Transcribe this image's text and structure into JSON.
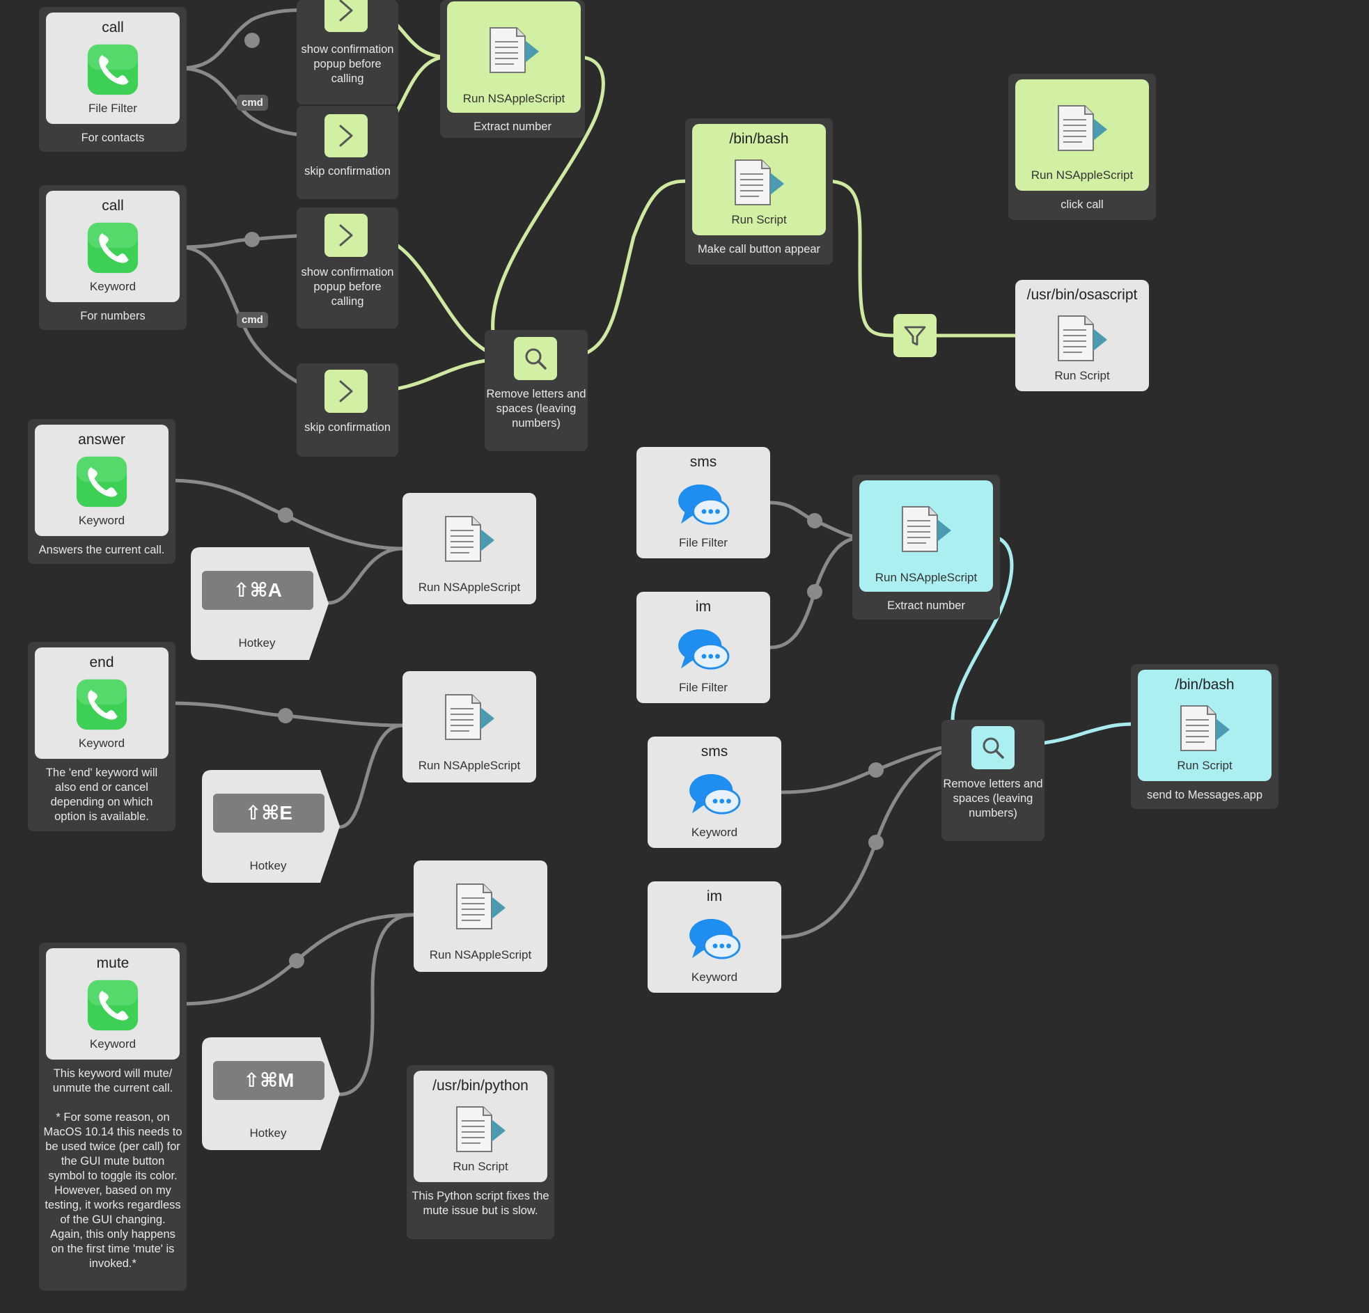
{
  "colors": {
    "background": "#2b2b2b",
    "group": "#3d3d3d",
    "card": "#e6e6e6",
    "green": "#d1f0a3",
    "cyan": "#abeff0",
    "wire": "#8a8a8a"
  },
  "call_contacts": {
    "title": "call",
    "type": "File Filter",
    "note": "For contacts"
  },
  "call_numbers": {
    "title": "call",
    "type": "Keyword",
    "note": "For numbers"
  },
  "confirm_1": {
    "label": "show confirmation popup before calling"
  },
  "skip_1": {
    "label": "skip confirmation"
  },
  "confirm_2": {
    "label": "show confirmation popup before calling"
  },
  "skip_2": {
    "label": "skip confirmation"
  },
  "cmd_label": "cmd",
  "extract_top": {
    "type": "Run NSAppleScript",
    "note": "Extract number"
  },
  "remove_top": {
    "note": "Remove letters and spaces (leaving numbers)"
  },
  "bash_top": {
    "title": "/bin/bash",
    "type": "Run Script",
    "note": "Make call button appear"
  },
  "click_call": {
    "type": "Run NSAppleScript",
    "note": "click call"
  },
  "osascript": {
    "title": "/usr/bin/osascript",
    "type": "Run Script"
  },
  "answer": {
    "title": "answer",
    "type": "Keyword",
    "note": "Answers the current call."
  },
  "hotkey_a": {
    "keys": "⇧⌘A",
    "type": "Hotkey"
  },
  "answer_script": {
    "type": "Run NSAppleScript"
  },
  "end": {
    "title": "end",
    "type": "Keyword",
    "note": "The 'end' keyword will also end or cancel depending on which option is available."
  },
  "hotkey_e": {
    "keys": "⇧⌘E",
    "type": "Hotkey"
  },
  "end_script": {
    "type": "Run NSAppleScript"
  },
  "mute": {
    "title": "mute",
    "type": "Keyword",
    "note": "This keyword will mute/ unmute the current call.\n\n* For some reason, on MacOS 10.14 this needs to be used twice (per call) for the GUI mute button symbol to toggle its color. However, based on my testing, it works regardless of the GUI changing. Again, this only happens on the first time 'mute' is invoked.*"
  },
  "hotkey_m": {
    "keys": "⇧⌘M",
    "type": "Hotkey"
  },
  "mute_script": {
    "type": "Run NSAppleScript"
  },
  "python": {
    "title": "/usr/bin/python",
    "type": "Run Script",
    "note": "This Python script fixes the mute issue but is slow."
  },
  "sms_ff": {
    "title": "sms",
    "type": "File Filter"
  },
  "im_ff": {
    "title": "im",
    "type": "File Filter"
  },
  "sms_kw": {
    "title": "sms",
    "type": "Keyword"
  },
  "im_kw": {
    "title": "im",
    "type": "Keyword"
  },
  "extract_cyan": {
    "type": "Run NSAppleScript",
    "note": "Extract number"
  },
  "remove_cyan": {
    "note": "Remove letters and spaces (leaving numbers)"
  },
  "bash_cyan": {
    "title": "/bin/bash",
    "type": "Run Script",
    "note": "send to Messages.app"
  }
}
